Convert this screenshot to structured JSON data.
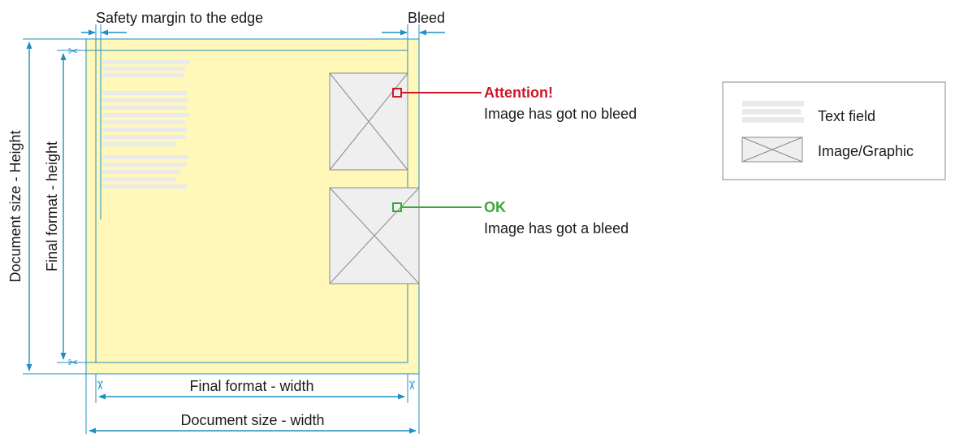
{
  "labels": {
    "safety_margin": "Safety margin to the edge",
    "bleed": "Bleed",
    "document_height": "Document size - Height",
    "final_height": "Final format - height",
    "final_width": "Final format - width",
    "document_width": "Document size - width"
  },
  "callouts": {
    "attention": {
      "title": "Attention!",
      "text": "Image has got no bleed"
    },
    "ok": {
      "title": "OK",
      "text": "Image has got a bleed"
    }
  },
  "legend": {
    "text_field": "Text field",
    "image_graphic": "Image/Graphic"
  },
  "icons": {
    "scissors": "✂",
    "scissors_icon_name": "scissors-icon",
    "image_placeholder_icon_name": "image-placeholder-icon"
  },
  "colors": {
    "page_fill": "#fff8b8",
    "trim_line": "#1f8fc4",
    "attention": "#d0162a",
    "ok": "#3aa836",
    "image_fill": "#efefef",
    "image_stroke": "#8a8a8a",
    "text_bar": "#eaeaea",
    "label_text": "#1a1a1a"
  }
}
